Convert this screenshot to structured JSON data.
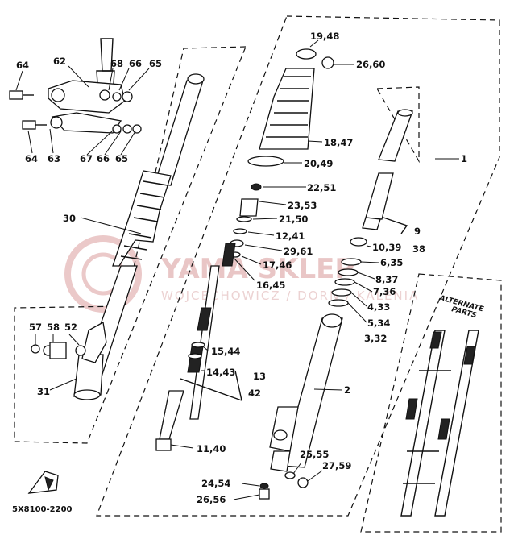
{
  "diagram_code": "5X8100-2200",
  "alternate_parts_label_line1": "ALTERNATE",
  "alternate_parts_label_line2": "PARTS",
  "watermark": {
    "brand": "YAMA SKLEP",
    "sub": "WOJCECHOWICZ / DORN / KALENIA"
  },
  "labels": {
    "l1": "19,48",
    "l2": "26,60",
    "l3": "18,47",
    "l4": "1",
    "l5": "20,49",
    "l6": "22,51",
    "l7": "23,53",
    "l8": "21,50",
    "l9": "12,41",
    "l10": "29,61",
    "l11": "17,46",
    "l12": "16,45",
    "l13": "10,39",
    "l14": "9",
    "l15": "38",
    "l16": "6,35",
    "l17": "8,37",
    "l18": "7,36",
    "l19": "4,33",
    "l20": "5,34",
    "l21": "3,32",
    "l22": "15,44",
    "l23": "14,43",
    "l24": "13",
    "l25": "42",
    "l26": "2",
    "l27": "11,40",
    "l28": "25,55",
    "l29": "27,59",
    "l30": "24,54",
    "l31": "26,56",
    "l32": "64",
    "l33": "62",
    "l34": "68",
    "l35": "66",
    "l36": "65",
    "l37": "64",
    "l38": "63",
    "l39": "67",
    "l40": "66",
    "l41": "65",
    "l42": "30",
    "l43": "57",
    "l44": "58",
    "l45": "52",
    "l46": "31"
  }
}
